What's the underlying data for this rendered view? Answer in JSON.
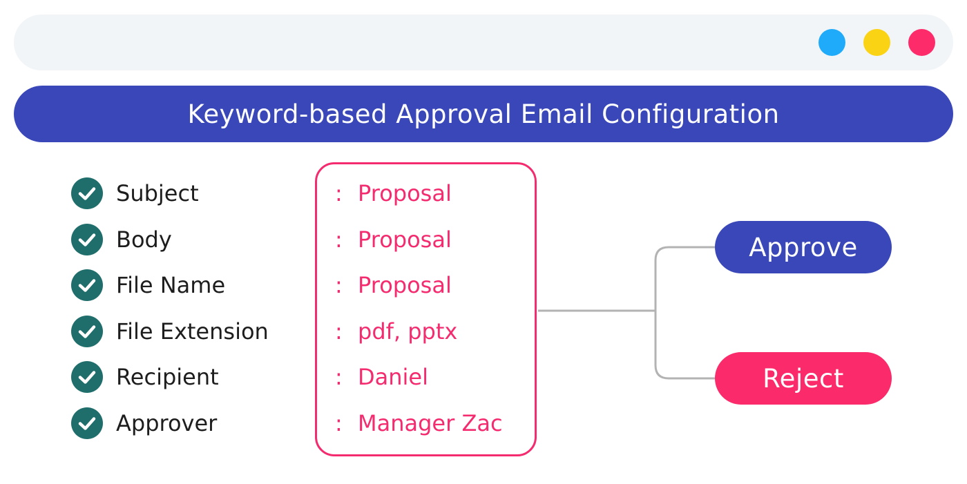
{
  "window": {
    "dots": [
      {
        "name": "blue",
        "color": "#1fabf9"
      },
      {
        "name": "yellow",
        "color": "#fad314"
      },
      {
        "name": "pink",
        "color": "#fd2b6a"
      }
    ]
  },
  "title": "Keyword-based Approval Email Configuration",
  "rows": [
    {
      "label": "Subject",
      "value": "Proposal"
    },
    {
      "label": "Body",
      "value": "Proposal"
    },
    {
      "label": "File Name",
      "value": "Proposal"
    },
    {
      "label": "File Extension",
      "value": "pdf, pptx"
    },
    {
      "label": "Recipient",
      "value": "Daniel"
    },
    {
      "label": "Approver",
      "value": "Manager Zac"
    }
  ],
  "separator": ":",
  "outcomes": {
    "approve": "Approve",
    "reject": "Reject"
  },
  "colors": {
    "accent_blue": "#3a47b9",
    "accent_pink": "#f42b6e",
    "check_green": "#1f6e6c",
    "connector_gray": "#b3b3b3"
  }
}
